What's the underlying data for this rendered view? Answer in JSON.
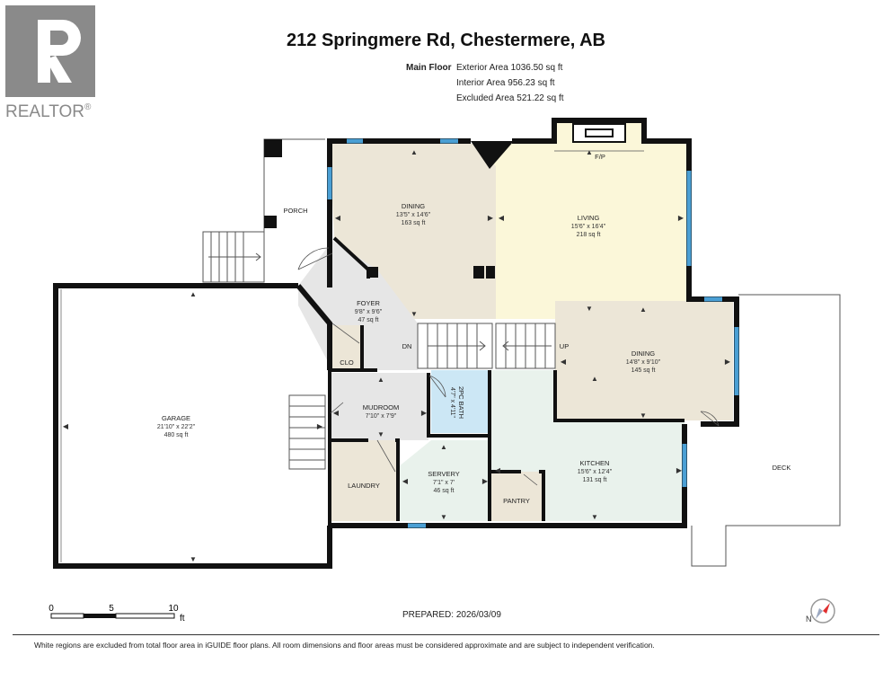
{
  "brand": {
    "name": "REALTOR",
    "registered": "®",
    "logo_color": "#8a8a8a"
  },
  "header": {
    "title": "212 Springmere Rd, Chestermere, AB",
    "floor_label": "Main Floor",
    "areas": [
      "Exterior Area 1036.50 sq ft",
      "Interior Area 956.23 sq ft",
      "Excluded Area 521.22 sq ft"
    ]
  },
  "colors": {
    "wall": "#111111",
    "window": "#4a9fd4",
    "dining": "#ece6d7",
    "living": "#fbf7d9",
    "foyer": "#e6e6e6",
    "bath": "#cce7f5",
    "kitchen": "#e9f2ec",
    "laundry": "#ece6d7",
    "closet": "#ece6d7"
  },
  "rooms": {
    "dining_main": {
      "name": "DINING",
      "dims": "13'5\" x 14'6\"",
      "area": "163 sq ft"
    },
    "living": {
      "name": "LIVING",
      "dims": "15'6\" x 16'4\"",
      "area": "218 sq ft"
    },
    "fireplace": {
      "name": "F/P"
    },
    "porch": {
      "name": "PORCH"
    },
    "foyer": {
      "name": "FOYER",
      "dims": "9'8\" x 9'6\"",
      "area": "47 sq ft"
    },
    "closet": {
      "name": "CLO"
    },
    "stairs_down": {
      "name": "DN"
    },
    "stairs_up": {
      "name": "UP"
    },
    "dining_east": {
      "name": "DINING",
      "dims": "14'8\" x 9'10\"",
      "area": "145 sq ft"
    },
    "garage": {
      "name": "GARAGE",
      "dims": "21'10\" x 22'2\"",
      "area": "480 sq ft"
    },
    "mudroom": {
      "name": "MUDROOM",
      "dims": "7'10\" x 7'9\""
    },
    "bath": {
      "name": "2PC BATH",
      "dims": "4'7\" x 4'11\""
    },
    "laundry": {
      "name": "LAUNDRY"
    },
    "servery": {
      "name": "SERVERY",
      "dims": "7'1\" x 7'",
      "area": "46 sq ft"
    },
    "pantry": {
      "name": "PANTRY"
    },
    "kitchen": {
      "name": "KITCHEN",
      "dims": "15'6\" x 12'4\"",
      "area": "131 sq ft"
    },
    "deck": {
      "name": "DECK"
    }
  },
  "scale_bar": {
    "ticks": [
      "0",
      "5",
      "10"
    ],
    "unit": "ft"
  },
  "compass": {
    "label": "N"
  },
  "prepared": "PREPARED: 2026/03/09",
  "disclaimer": "White regions are excluded from total floor area in iGUIDE floor plans. All room dimensions and floor areas must be considered approximate and are subject to independent verification."
}
